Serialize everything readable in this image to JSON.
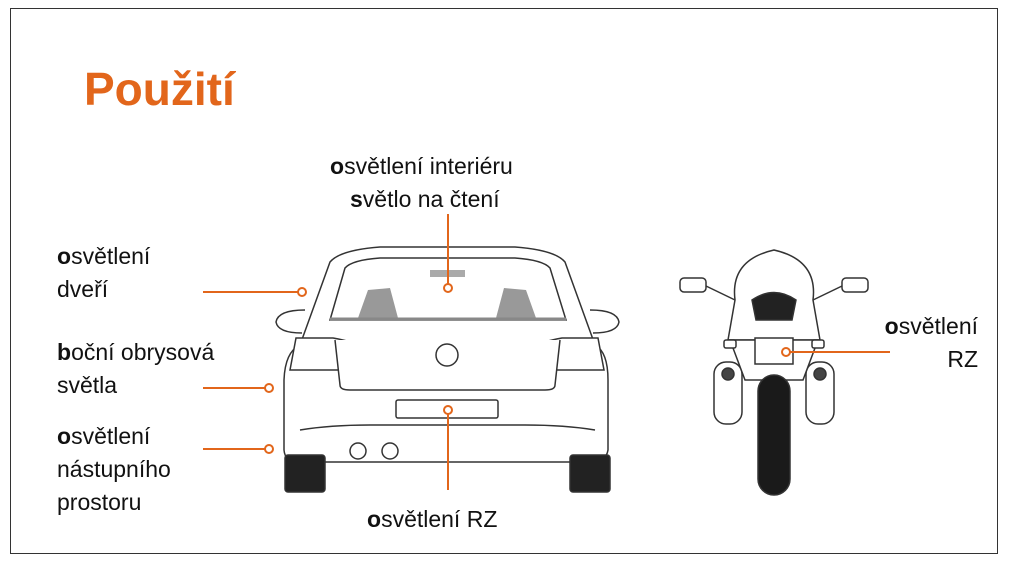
{
  "title": "Použití",
  "labels": {
    "interior": {
      "first": "o",
      "rest": "světlení interiéru",
      "line2_first": "s",
      "line2_rest": "větlo na čtení"
    },
    "door": {
      "first": "o",
      "rest": "světlení",
      "line2": "dveří"
    },
    "side": {
      "first": "b",
      "rest": "oční obrysová",
      "line2": "světla"
    },
    "entry": {
      "first": "o",
      "rest": "světlení",
      "line2": "nástupního",
      "line3": "prostoru"
    },
    "plate_car": {
      "first": "o",
      "rest": "světlení RZ"
    },
    "plate_moto": {
      "first": "o",
      "rest": "světlení",
      "line2": "RZ"
    }
  },
  "colors": {
    "accent": "#e2661b",
    "text": "#111111"
  }
}
